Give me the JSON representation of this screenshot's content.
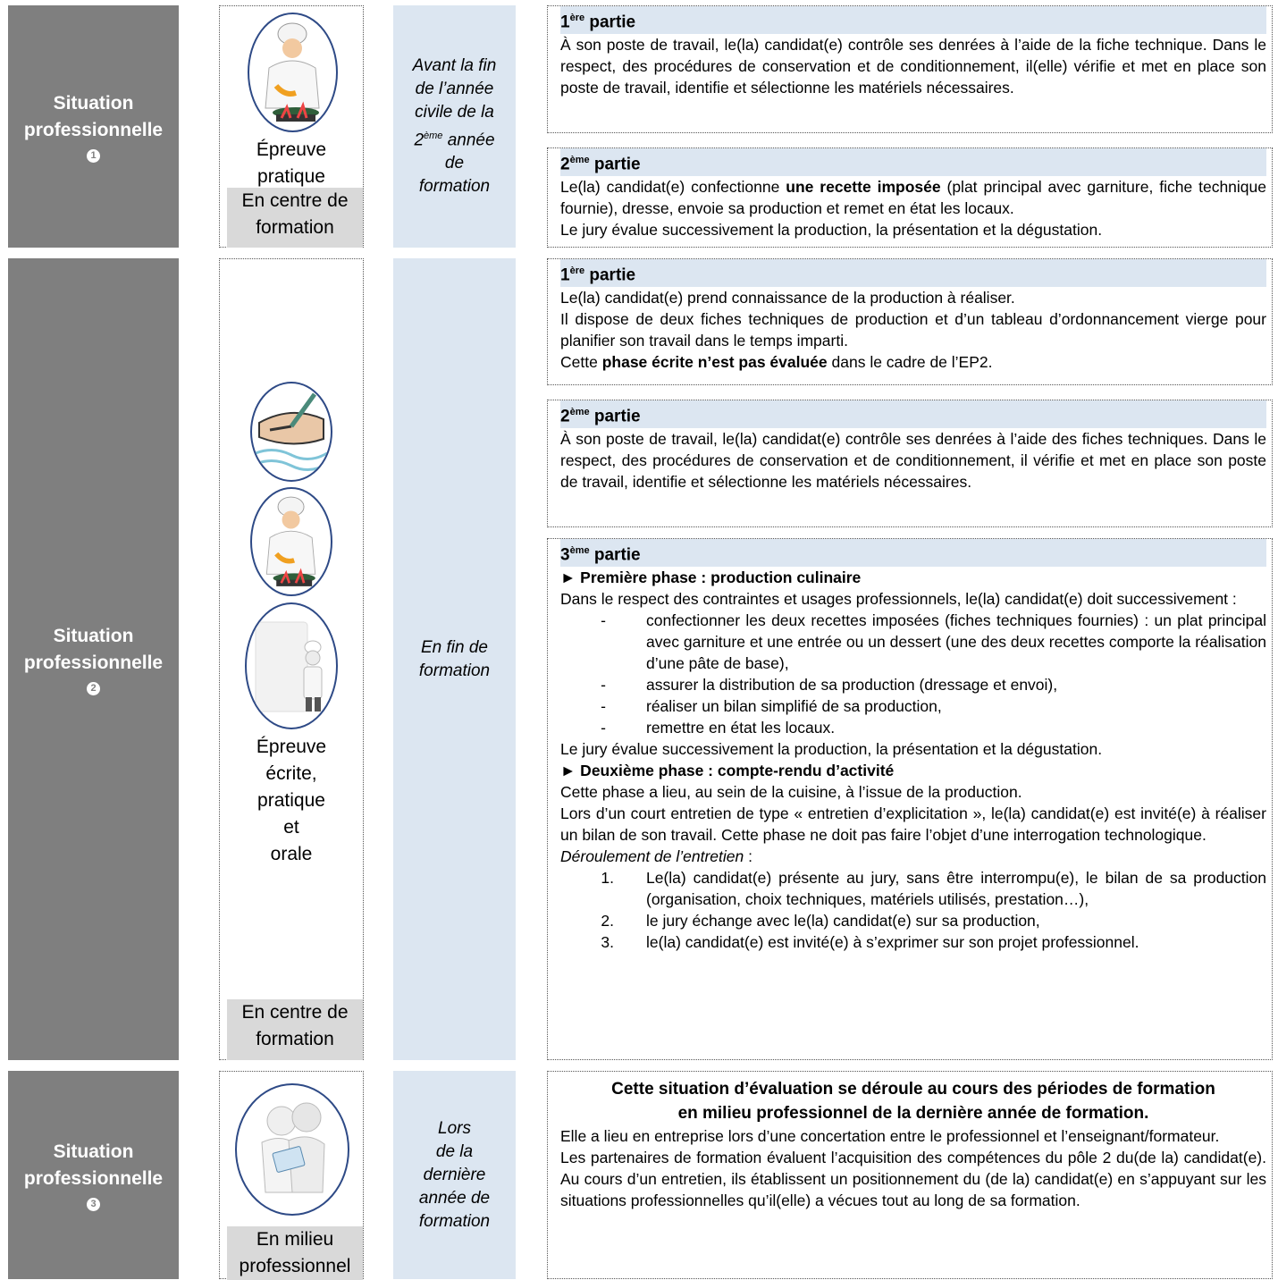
{
  "situations": [
    {
      "title1": "Situation",
      "title2": "professionnelle",
      "number": "1"
    },
    {
      "title1": "Situation",
      "title2": "professionnelle",
      "number": "2"
    },
    {
      "title1": "Situation",
      "title2": "professionnelle",
      "number": "3"
    }
  ],
  "epreuves": {
    "s1": {
      "lines": [
        "Épreuve",
        "pratique"
      ],
      "place": [
        "En centre de",
        "formation"
      ]
    },
    "s2": {
      "lines": [
        "Épreuve",
        "écrite,",
        "pratique",
        "et",
        "orale"
      ],
      "place": [
        "En centre de",
        "formation"
      ]
    },
    "s3": {
      "place": [
        "En milieu",
        "professionnel"
      ]
    }
  },
  "dates": {
    "s1": {
      "l1": "Avant la fin",
      "l2": "de l’année",
      "l3": "civile de la",
      "l4_pre": "2",
      "l4_sup": "ème",
      "l4_post": " année",
      "l5": "de",
      "l6": "formation"
    },
    "s2": {
      "l1": "En fin de",
      "l2": "formation"
    },
    "s3": {
      "l1": "Lors",
      "l2": "de la",
      "l3": "dernière",
      "l4": "année de",
      "l5": "formation"
    }
  },
  "s1": {
    "p1": {
      "h_num": "1",
      "h_sup": "ère",
      "h_text": " partie",
      "text": "À son poste de travail, le(la) candidat(e) contrôle ses denrées à l’aide de la fiche technique. Dans le respect, des procédures de conservation et de conditionnement, il(elle) vérifie et met en place son poste de travail, identifie et sélectionne les matériels nécessaires."
    },
    "p2": {
      "h_num": "2",
      "h_sup": "ème",
      "h_text": " partie",
      "t1": "Le(la) candidat(e) confectionne ",
      "t1b": "une recette imposée",
      "t1c": " (plat principal avec garniture, fiche technique fournie), dresse, envoie sa production et remet en état les locaux.",
      "t2": "Le jury évalue successivement la production, la présentation et la dégustation."
    }
  },
  "s2": {
    "p1": {
      "h_num": "1",
      "h_sup": "ère",
      "h_text": " partie",
      "t1": "Le(la) candidat(e) prend connaissance de la production à réaliser.",
      "t2": "Il dispose de deux fiches techniques de production et d’un tableau d’ordonnancement vierge pour planifier son travail dans le temps imparti.",
      "t3a": "Cette ",
      "t3b": "phase écrite n’est pas évaluée",
      "t3c": " dans le cadre de l’EP2."
    },
    "p2": {
      "h_num": "2",
      "h_sup": "ème",
      "h_text": " partie",
      "text": "À son poste de travail, le(la) candidat(e) contrôle ses denrées à l’aide des fiches techniques. Dans le respect, des procédures de conservation et de conditionnement, il vérifie et met en place son poste de travail, identifie et sélectionne les matériels nécessaires."
    },
    "p3": {
      "h_num": "3",
      "h_sup": "ème",
      "h_text": " partie",
      "phase1": "► Première phase : production culinaire",
      "intro": "Dans le respect des contraintes et usages professionnels, le(la) candidat(e) doit successivement :",
      "items": [
        "confectionner les deux recettes imposées (fiches techniques fournies) : un plat principal avec garniture et une entrée ou un dessert (une des deux recettes comporte la réalisation d’une pâte de base),",
        "assurer la distribution de sa production (dressage et envoi),",
        "réaliser un bilan simplifié de sa production,",
        "remettre en état les locaux."
      ],
      "dash": "-",
      "jury": "Le jury évalue successivement la production, la présentation et la dégustation.",
      "phase2": "► Deuxième phase : compte-rendu d’activité",
      "p2a": "Cette phase a lieu, au sein de la cuisine, à l’issue de la production.",
      "p2b": "Lors d’un court entretien de type « entretien d’explicitation », le(la) candidat(e) est invité(e) à réaliser un bilan de son travail. Cette phase ne doit pas faire l’objet d’une interrogation technologique.",
      "deroul": "Déroulement de l’entretien",
      "deroul_colon": " :",
      "steps": [
        {
          "n": "1.",
          "t": "Le(la) candidat(e) présente au jury, sans être interrompu(e), le bilan de sa production (organisation, choix techniques, matériels utilisés, prestation…),"
        },
        {
          "n": "2.",
          "t": "le jury échange avec le(la) candidat(e) sur sa production,"
        },
        {
          "n": "3.",
          "t": "le(la) candidat(e) est invité(e) à s’exprimer sur son projet professionnel."
        }
      ]
    }
  },
  "s3": {
    "hl1": "Cette situation d’évaluation se déroule au cours des périodes de formation",
    "hl2": "en milieu professionnel de la dernière année de formation.",
    "t1": "Elle a lieu en entreprise lors d’une concertation entre le professionnel et l’enseignant/formateur.",
    "t2": "Les partenaires de formation évaluent l’acquisition des compétences du pôle 2 du(de la) candidat(e). Au cours d’un entretien, ils établissent un positionnement du (de la) candidat(e) en s’appuyant sur les situations professionnelles qu’il(elle) a vécues tout au long de sa formation."
  },
  "icons": [
    "chef-cooking-icon",
    "fish-filleting-icon",
    "chef-presenting-icon",
    "people-tablet-icon"
  ]
}
